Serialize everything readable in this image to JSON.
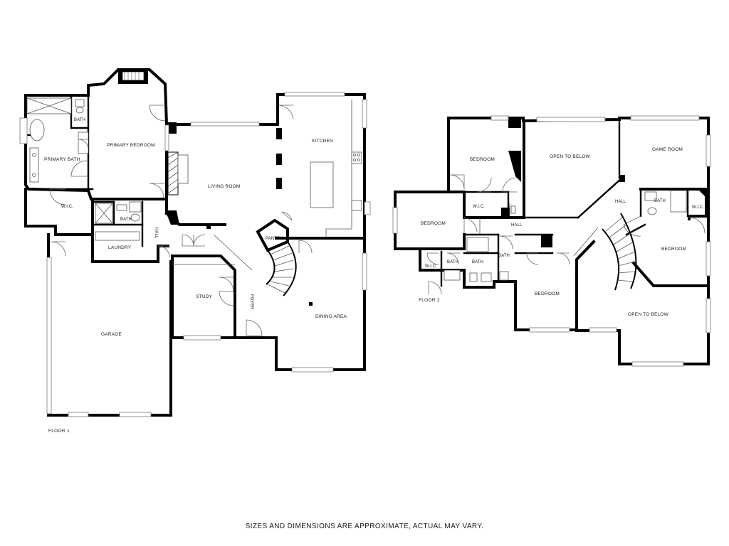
{
  "floor1": {
    "label": "FLOOR 1",
    "rooms": {
      "primary_bath": "PRIMARY BATH",
      "primary_bedroom": "PRIMARY BEDROOM",
      "bath_top": "BATH",
      "wic": "W.I.C.",
      "bath_mid": "BATH",
      "laundry": "LAUNDRY",
      "hall": "HALL",
      "living_room": "LIVING ROOM",
      "kitchen": "KITCHEN",
      "pantry": "PANTRY",
      "study": "STUDY",
      "foyer": "FOYER",
      "dining_area": "DINING AREA",
      "garage": "GARAGE"
    }
  },
  "floor2": {
    "label": "FLOOR 2",
    "rooms": {
      "bedroom_top": "BEDROOM",
      "open_to_below_top": "OPEN TO BELOW",
      "game_room": "GAME ROOM",
      "wic_left": "W.I.C.",
      "hall_center": "HALL",
      "bath_right": "BATH",
      "wic_right": "W.I.C.",
      "bedroom_left": "BEDROOM",
      "hall_lower": "HALL",
      "bedroom_right": "BEDROOM",
      "wic_small": "W.I.C.",
      "bath_a": "BATH",
      "bath_b": "BATH",
      "bath_c": "BATH",
      "bedroom_bottom": "BEDROOM",
      "open_to_below_bottom": "OPEN TO BELOW"
    }
  },
  "disclaimer": "SIZES AND DIMENSIONS ARE APPROXIMATE, ACTUAL MAY VARY."
}
